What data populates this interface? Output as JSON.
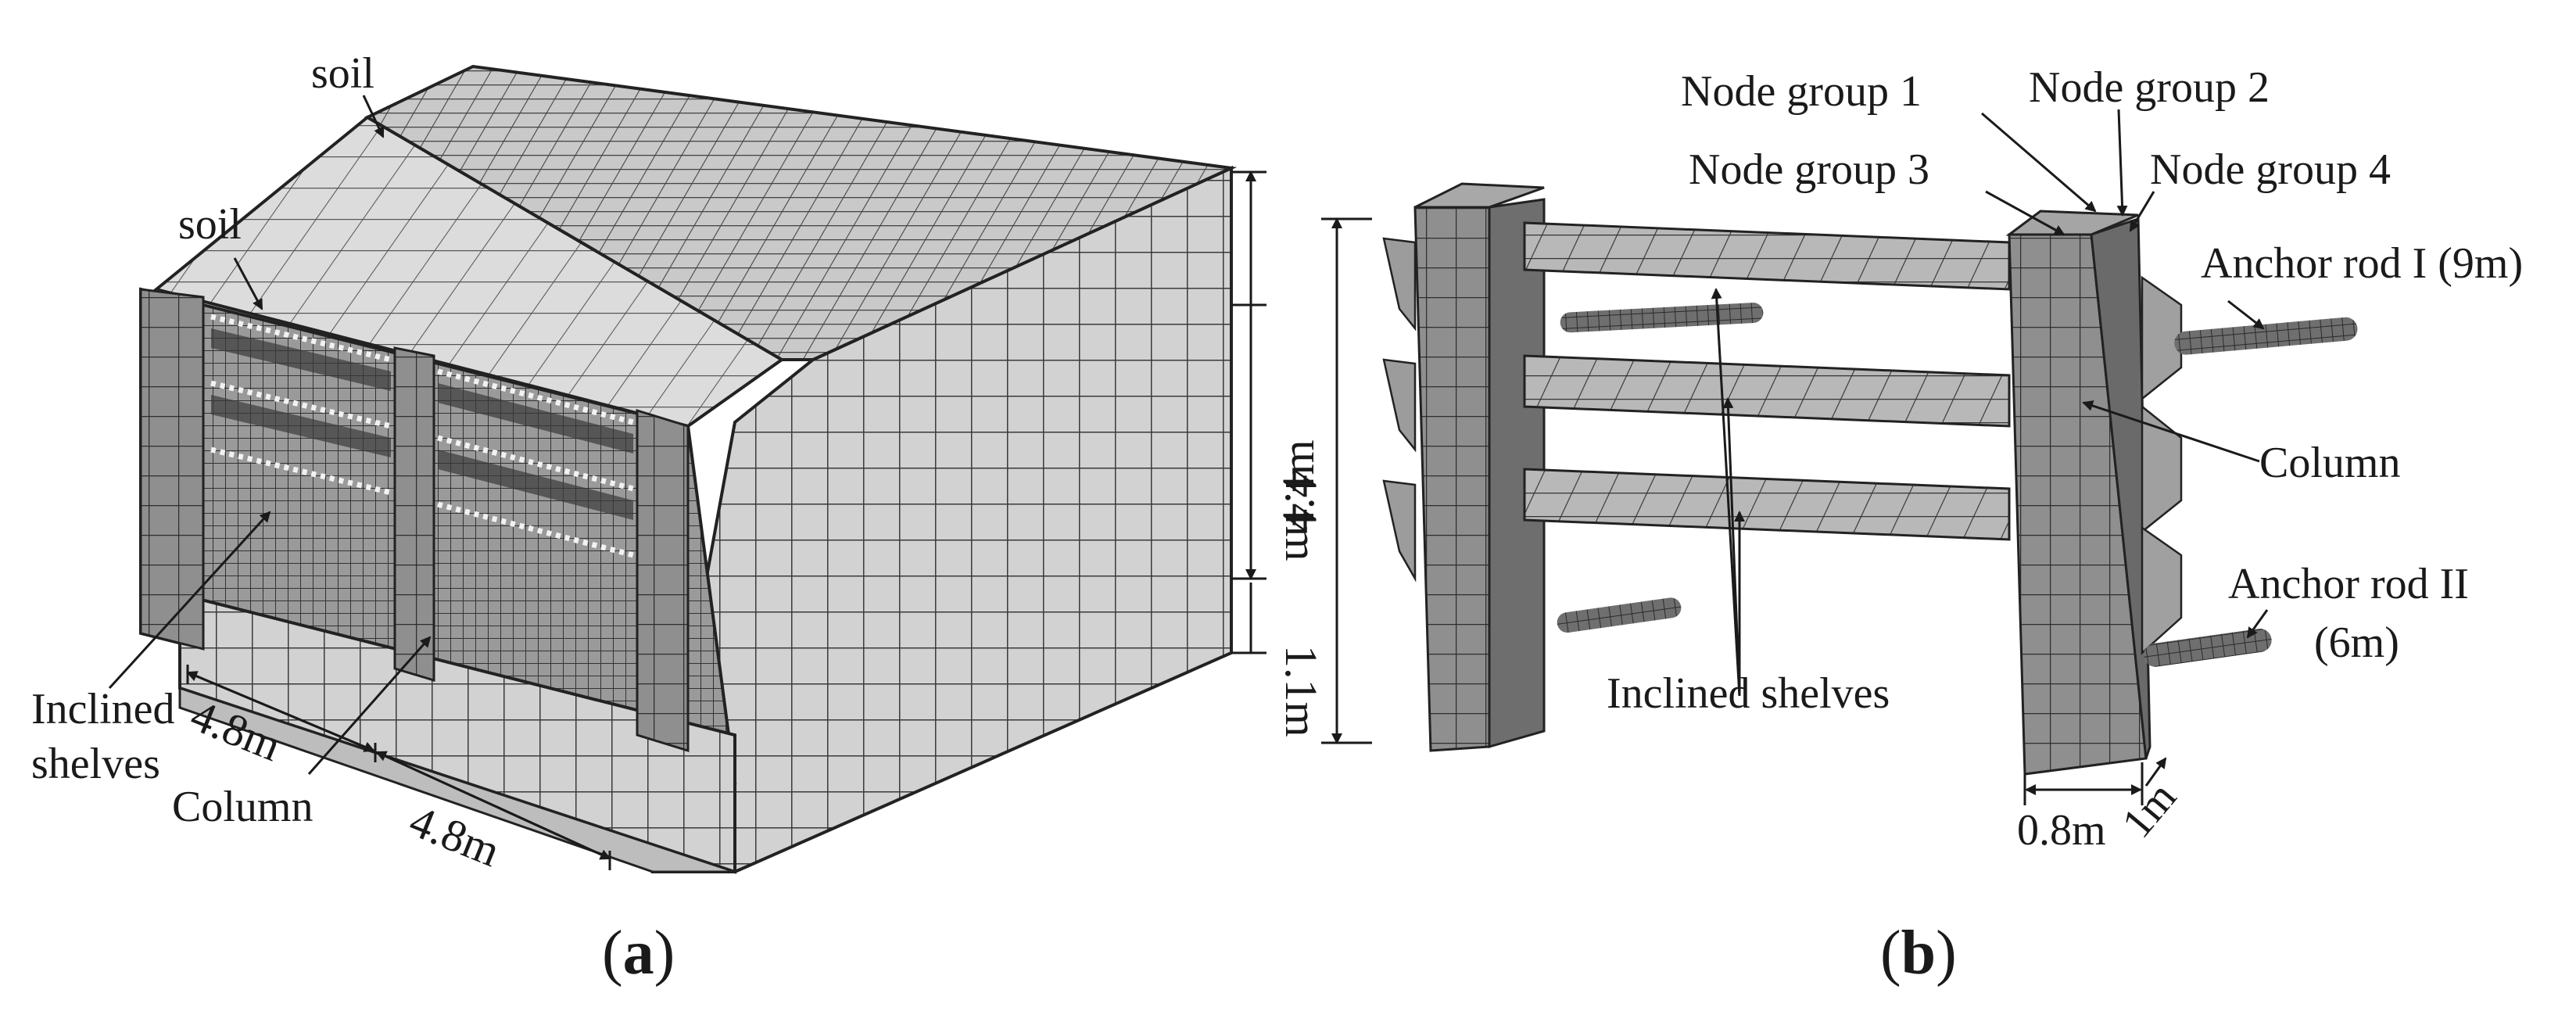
{
  "panel_a": {
    "caption": "(a)",
    "caption_letter": "a",
    "labels": {
      "soil_top": "soil",
      "soil_left": "soil",
      "inclined_line1": "Inclined",
      "inclined_line2": "shelves",
      "column": "Column",
      "width_left": "4.8m",
      "width_right": "4.8m",
      "height_upper": "4.4m",
      "height_lower": "1.1m"
    }
  },
  "panel_b": {
    "caption": "(b)",
    "caption_letter": "b",
    "labels": {
      "node_group_1": "Node group 1",
      "node_group_2": "Node group 2",
      "node_group_3": "Node group 3",
      "node_group_4": "Node group 4",
      "anchor_rod_1": "Anchor rod I (9m)",
      "column": "Column",
      "anchor_rod_2_line1": "Anchor rod II",
      "anchor_rod_2_line2": "(6m)",
      "inclined_shelves": "Inclined shelves",
      "height": "4.4m",
      "column_width": "0.8m",
      "column_depth": "1m"
    }
  },
  "colors": {
    "mesh_light": "#d6d6d6",
    "mesh_mid": "#b3b3b3",
    "mesh_dark": "#7a7a7a",
    "mesh_line": "#3a3a3a",
    "text": "#1a1a1a"
  }
}
